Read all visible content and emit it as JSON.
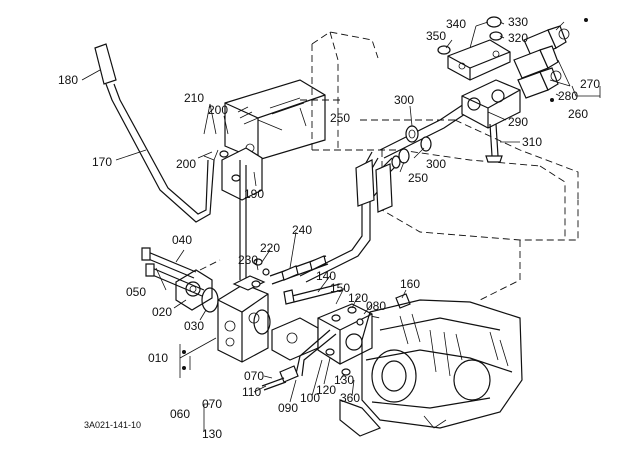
{
  "drawing_code": "3A021-141-10",
  "callouts": {
    "c010": "010",
    "c020": "020",
    "c030": "030",
    "c040": "040",
    "c050": "050",
    "c060": "060",
    "c070a": "070",
    "c070b": "070",
    "c080": "080",
    "c090": "090",
    "c100": "100",
    "c110": "110",
    "c120a": "120",
    "c120b": "120",
    "c130a": "130",
    "c130b": "130",
    "c140": "140",
    "c150": "150",
    "c160": "160",
    "c170": "170",
    "c180": "180",
    "c190": "190",
    "c200a": "200",
    "c200b": "200",
    "c210": "210",
    "c220": "220",
    "c230": "230",
    "c240": "240",
    "c250a": "250",
    "c250b": "250",
    "c260": "260",
    "c270": "270",
    "c280": "280",
    "c290": "290",
    "c300a": "300",
    "c300b": "300",
    "c310": "310",
    "c320": "320",
    "c330": "330",
    "c340": "340",
    "c350": "350",
    "c360": "360"
  }
}
